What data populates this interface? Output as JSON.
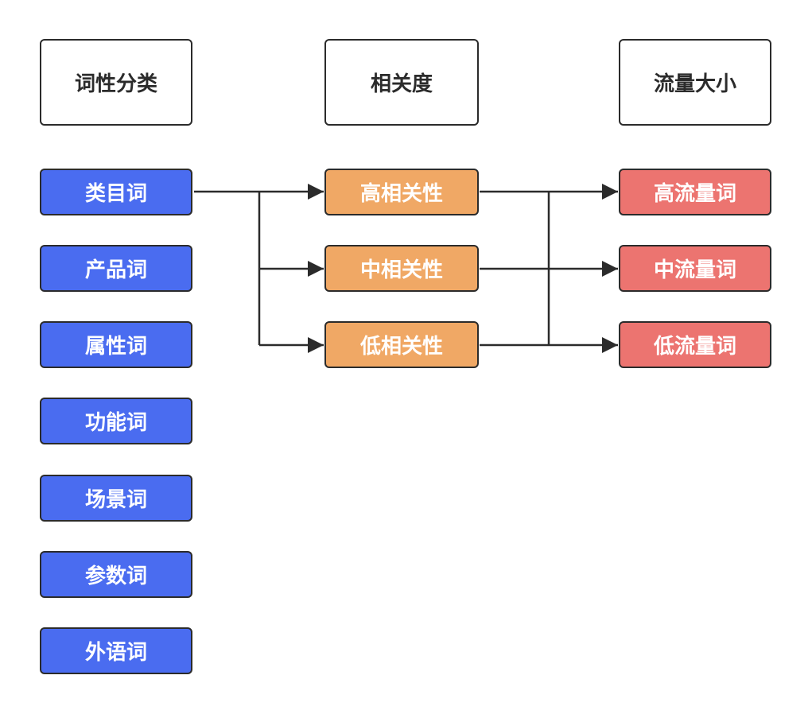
{
  "headers": {
    "category": "词性分类",
    "relevance": "相关度",
    "traffic": "流量大小"
  },
  "categories": [
    "类目词",
    "产品词",
    "属性词",
    "功能词",
    "场景词",
    "参数词",
    "外语词"
  ],
  "relevance_levels": [
    "高相关性",
    "中相关性",
    "低相关性"
  ],
  "traffic_levels": [
    "高流量词",
    "中流量词",
    "低流量词"
  ],
  "colors": {
    "category": "#4a6cf0",
    "relevance": "#f0a865",
    "traffic": "#ec7470",
    "line": "#2b2b2b"
  }
}
